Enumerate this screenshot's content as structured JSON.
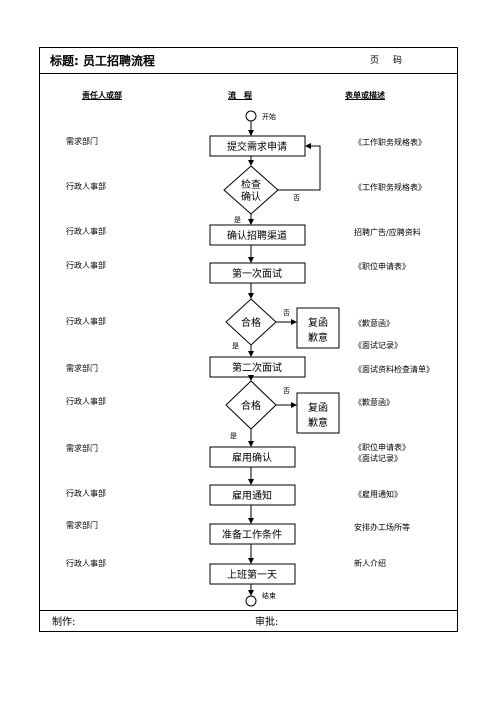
{
  "header": {
    "title": "标题: 员工招聘流程",
    "page_label": "页码"
  },
  "columns": {
    "responsible": "责任人或部",
    "process": "流　程",
    "forms": "表单或描述"
  },
  "rows": [
    {
      "dept": "需求部门",
      "doc": "《工作职务规格表》"
    },
    {
      "dept": "行政人事部",
      "doc": "《工作职务规格表》"
    },
    {
      "dept": "行政人事部",
      "doc": "招聘广告/应聘资料"
    },
    {
      "dept": "行政人事部",
      "doc": "《职位申请表》"
    },
    {
      "dept": "行政人事部",
      "doc": "《歉意函》\n\n《面试记录》"
    },
    {
      "dept": "需求部门",
      "doc": "《面试资料检查清单》"
    },
    {
      "dept": "行政人事部",
      "doc": "《歉意函》"
    },
    {
      "dept": "需求部门",
      "doc": "《职位申请表》\n《面试记录》"
    },
    {
      "dept": "行政人事部",
      "doc": "《雇用通知》"
    },
    {
      "dept": "需求部门",
      "doc": "安排办工场所等"
    },
    {
      "dept": "行政人事部",
      "doc": "新人介绍"
    }
  ],
  "flow": {
    "start": "开始",
    "end": "结束",
    "submit": "提交需求申请",
    "check_line1": "检查",
    "check_line2": "确认",
    "channel": "确认招聘渠道",
    "interview1": "第一次面试",
    "pass1": "合格",
    "apology1_line1": "复函",
    "apology1_line2": "歉意",
    "interview2": "第二次面试",
    "pass2": "合格",
    "apology2_line1": "复函",
    "apology2_line2": "歉意",
    "hire": "雇用确认",
    "notice": "雇用通知",
    "prepare": "准备工作条件",
    "firstday": "上班第一天",
    "yes": "是",
    "no": "否"
  },
  "footer": {
    "made_by": "制作:",
    "approved_by": "审批:"
  }
}
